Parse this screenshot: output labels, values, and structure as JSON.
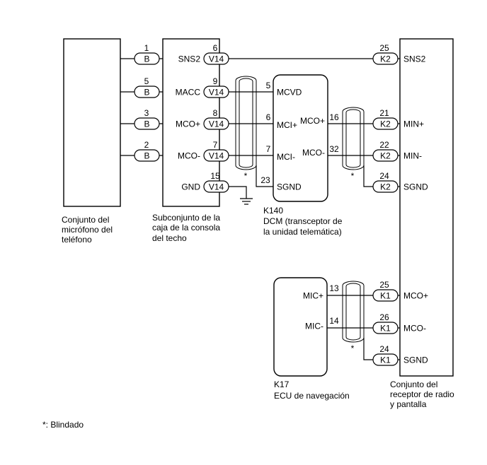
{
  "microphone_assembly": {
    "name_lines": [
      "Conjunto del",
      "micrófono del",
      "teléfono"
    ],
    "terminals": [
      {
        "pin": "1",
        "connector": "B"
      },
      {
        "pin": "5",
        "connector": "B"
      },
      {
        "pin": "3",
        "connector": "B"
      },
      {
        "pin": "2",
        "connector": "B"
      }
    ]
  },
  "roof_console_box": {
    "name_lines": [
      "Subconjunto de la",
      "caja de la consola",
      "del techo"
    ],
    "terminals": [
      {
        "pin": "6",
        "connector": "V14",
        "signal": "SNS2"
      },
      {
        "pin": "9",
        "connector": "V14",
        "signal": "MACC"
      },
      {
        "pin": "8",
        "connector": "V14",
        "signal": "MCO+"
      },
      {
        "pin": "7",
        "connector": "V14",
        "signal": "MCO-"
      },
      {
        "pin": "15",
        "connector": "V14",
        "signal": "GND"
      }
    ]
  },
  "dcm": {
    "code": "K140",
    "name_lines": [
      "DCM (transceptor de",
      "la unidad telemática)"
    ],
    "left_terminals": [
      {
        "pin": "5",
        "signal": "MCVD"
      },
      {
        "pin": "6",
        "signal": "MCI+"
      },
      {
        "pin": "7",
        "signal": "MCI-"
      },
      {
        "pin": "23",
        "signal": "SGND"
      }
    ],
    "right_terminals": [
      {
        "pin": "16",
        "signal": "MCO+"
      },
      {
        "pin": "32",
        "signal": "MCO-"
      }
    ]
  },
  "navigation_ecu": {
    "code": "K17",
    "name": "ECU de navegación",
    "terminals": [
      {
        "pin": "13",
        "signal": "MIC+"
      },
      {
        "pin": "14",
        "signal": "MIC-"
      }
    ]
  },
  "radio_receiver": {
    "name_lines": [
      "Conjunto del",
      "receptor de radio",
      "y pantalla"
    ],
    "terminals": [
      {
        "pin": "25",
        "connector": "K2",
        "signal": "SNS2"
      },
      {
        "pin": "21",
        "connector": "K2",
        "signal": "MIN+"
      },
      {
        "pin": "22",
        "connector": "K2",
        "signal": "MIN-"
      },
      {
        "pin": "24",
        "connector": "K2",
        "signal": "SGND"
      },
      {
        "pin": "25",
        "connector": "K1",
        "signal": "MCO+"
      },
      {
        "pin": "26",
        "connector": "K1",
        "signal": "MCO-"
      },
      {
        "pin": "24",
        "connector": "K1",
        "signal": "SGND"
      }
    ]
  },
  "shield_mark": "*",
  "footnote": "*: Blindado"
}
